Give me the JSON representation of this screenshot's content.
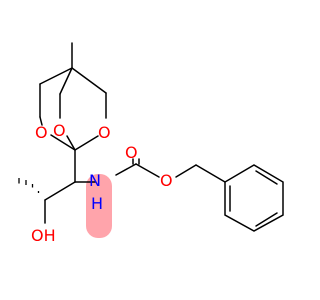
{
  "molecule": {
    "atoms": {
      "o_left": {
        "text": "O",
        "color": "#ff0000"
      },
      "o_mid": {
        "text": "O",
        "color": "#ff0000"
      },
      "o_right": {
        "text": "O",
        "color": "#ff0000"
      },
      "o_carbonyl": {
        "text": "O",
        "color": "#ff0000"
      },
      "o_ester": {
        "text": "O",
        "color": "#ff0000"
      },
      "oh": {
        "text": "OH",
        "color": "#ff0000"
      },
      "nh": {
        "text": "H",
        "color": "#0000ff"
      },
      "n": {
        "text": "N",
        "color": "#0000ff"
      }
    },
    "colors": {
      "bond": "#000000",
      "highlight": "#ff9aa2"
    }
  }
}
